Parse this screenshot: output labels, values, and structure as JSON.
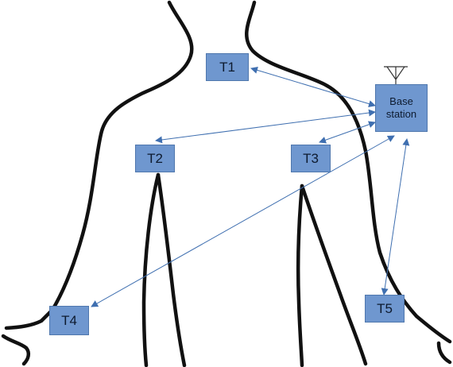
{
  "diagram": {
    "base_station": {
      "label": "Base\nstation"
    },
    "nodes": [
      {
        "id": "t1",
        "label": "T1"
      },
      {
        "id": "t2",
        "label": "T2"
      },
      {
        "id": "t3",
        "label": "T3"
      },
      {
        "id": "t4",
        "label": "T4"
      },
      {
        "id": "t5",
        "label": "T5"
      }
    ],
    "links": [
      {
        "from": "t1",
        "to": "base",
        "bidirectional": true
      },
      {
        "from": "t2",
        "to": "base",
        "bidirectional": true
      },
      {
        "from": "t3",
        "to": "base",
        "bidirectional": true
      },
      {
        "from": "t4",
        "to": "base",
        "bidirectional": true
      },
      {
        "from": "t5",
        "to": "base",
        "bidirectional": true
      }
    ]
  },
  "colors": {
    "node_fill": "#6f97cf",
    "node_border": "#4f77ad",
    "arrow": "#3f6fb0",
    "outline": "#111111"
  }
}
